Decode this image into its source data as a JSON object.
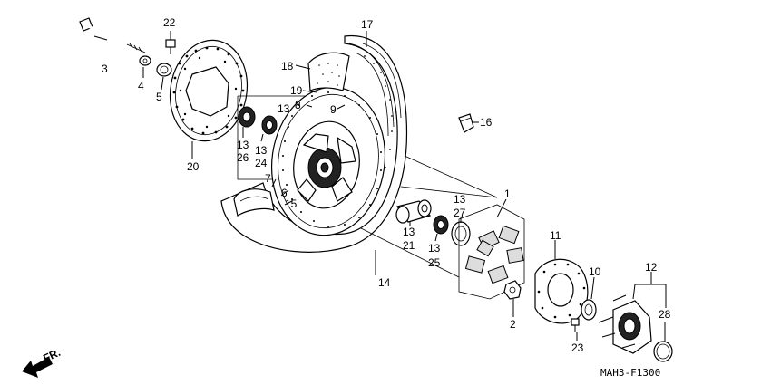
{
  "diagram": {
    "callouts": [
      "1",
      "2",
      "3",
      "4",
      "5",
      "6",
      "7",
      "8",
      "9",
      "10",
      "11",
      "12",
      "13",
      "14",
      "15",
      "16",
      "17",
      "18",
      "19",
      "20",
      "21",
      "22",
      "23",
      "24",
      "25",
      "26",
      "27",
      "28"
    ],
    "code": "MAH3-F1300",
    "direction": "FR."
  }
}
